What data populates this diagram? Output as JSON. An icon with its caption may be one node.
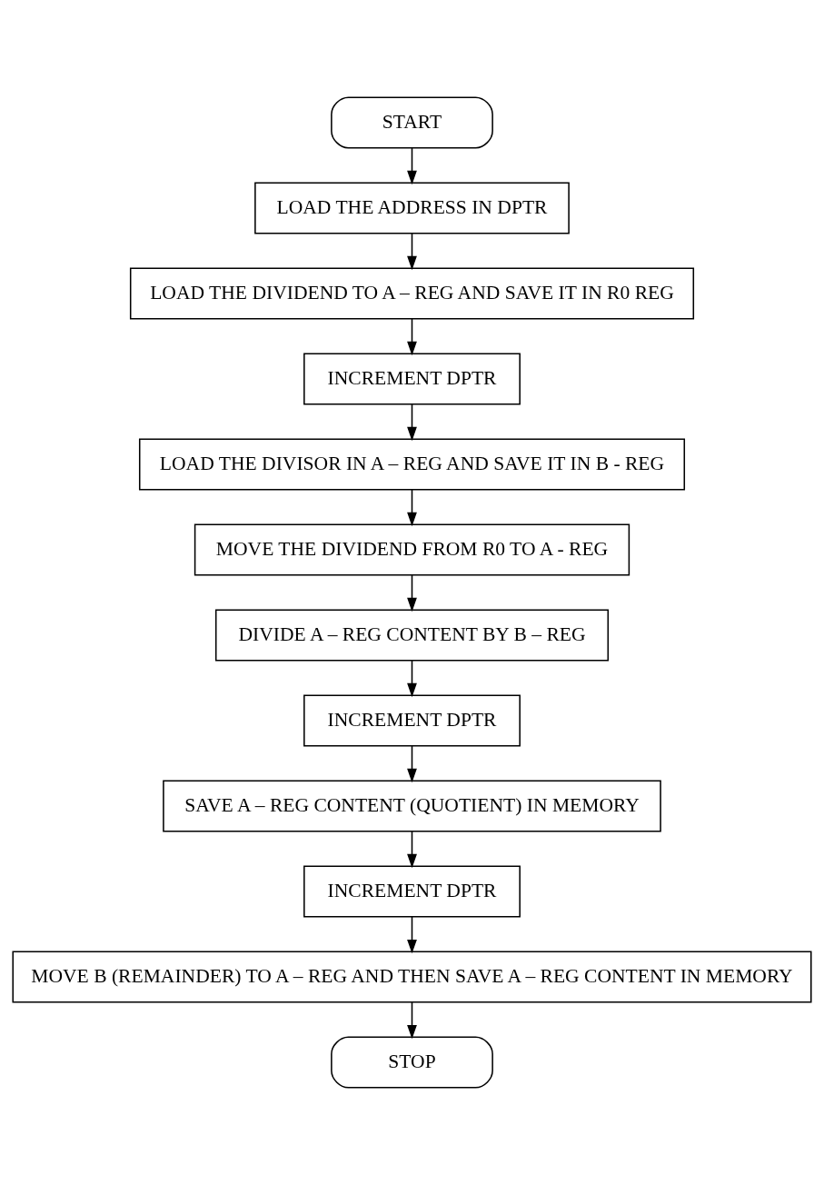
{
  "diagram": {
    "nodes": [
      {
        "text": [
          "START"
        ]
      },
      {
        "text": [
          "LOAD THE ADDRESS IN DPTR"
        ]
      },
      {
        "text": [
          "LOAD THE DIVIDEND TO A – REG AND SAVE IT IN R0 REG"
        ]
      },
      {
        "text": [
          "INCREMENT DPTR"
        ]
      },
      {
        "text": [
          "LOAD THE DIVISOR IN A – REG AND SAVE IT IN B - REG"
        ]
      },
      {
        "text": [
          "MOVE THE DIVIDEND FROM R0 TO A - REG"
        ]
      },
      {
        "text": [
          "DIVIDE A – REG CONTENT BY B – REG"
        ]
      },
      {
        "text": [
          "INCREMENT DPTR"
        ]
      },
      {
        "text": [
          "SAVE A – REG CONTENT (QUOTIENT) IN MEMORY"
        ]
      },
      {
        "text": [
          "INCREMENT DPTR"
        ]
      },
      {
        "text": [
          "MOVE B (REMAINDER) TO A – REG AND THEN SAVE A – REG CONTENT IN MEMORY"
        ]
      },
      {
        "text": [
          "STOP"
        ]
      }
    ],
    "edges": [
      {
        "from": 0,
        "to": 1,
        "arrow": "to"
      },
      {
        "from": 1,
        "to": 2,
        "arrow": "to"
      },
      {
        "from": 2,
        "to": 3,
        "arrow": "to"
      },
      {
        "from": 3,
        "to": 4,
        "arrow": "to"
      },
      {
        "from": 4,
        "to": 5,
        "arrow": "to"
      },
      {
        "from": 5,
        "to": 6,
        "arrow": "to"
      },
      {
        "from": 6,
        "to": 7,
        "arrow": "to"
      },
      {
        "from": 7,
        "to": 8,
        "arrow": "to"
      },
      {
        "from": 8,
        "to": 9,
        "arrow": "to"
      },
      {
        "from": 9,
        "to": 10,
        "arrow": "to"
      },
      {
        "from": 10,
        "to": 11,
        "arrow": "to"
      }
    ]
  }
}
